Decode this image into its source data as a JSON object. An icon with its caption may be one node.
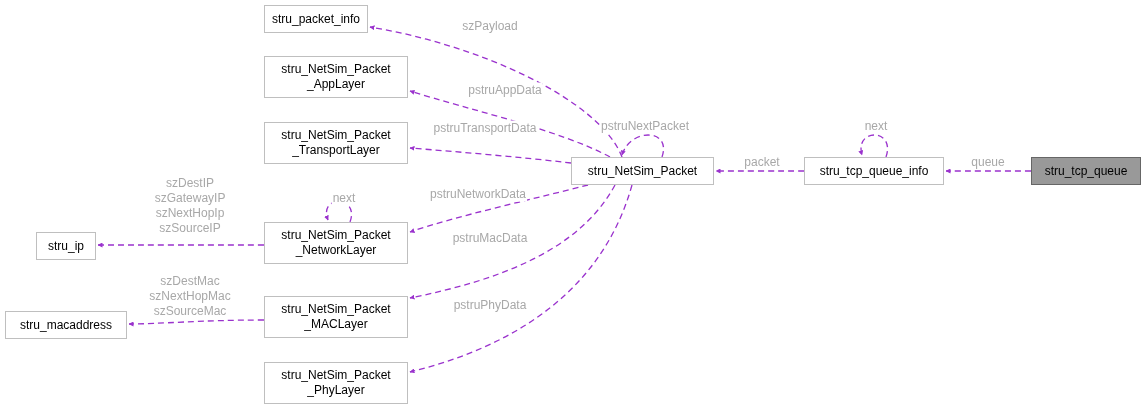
{
  "diagram": {
    "nodes": [
      {
        "text": [
          "stru_packet_info"
        ]
      },
      {
        "text": [
          "stru_NetSim_Packet _AppLayer"
        ]
      },
      {
        "text": [
          "stru_NetSim_Packet _TransportLayer"
        ]
      },
      {
        "text": [
          "stru_NetSim_Packet"
        ]
      },
      {
        "text": [
          "stru_tcp_queue_info"
        ]
      },
      {
        "text": [
          "stru_tcp_queue"
        ]
      },
      {
        "text": [
          "stru_ip"
        ]
      },
      {
        "text": [
          "stru_NetSim_Packet _NetworkLayer"
        ]
      },
      {
        "text": [
          "stru_macaddress"
        ]
      },
      {
        "text": [
          "stru_NetSim_Packet _MACLayer"
        ]
      },
      {
        "text": [
          "stru_NetSim_Packet _PhyLayer"
        ]
      }
    ],
    "edges": [
      {
        "from": 3,
        "to": 0,
        "arrow": "to",
        "label": "szPayload",
        "style": "dashed"
      },
      {
        "from": 3,
        "to": 1,
        "arrow": "to",
        "label": "pstruAppData",
        "style": "dashed"
      },
      {
        "from": 3,
        "to": 2,
        "arrow": "to",
        "label": "pstruTransportData",
        "style": "dashed"
      },
      {
        "from": 3,
        "to": 3,
        "arrow": "to",
        "label": "pstruNextPacket",
        "style": "dashed"
      },
      {
        "from": 3,
        "to": 7,
        "arrow": "to",
        "label": "pstruNetworkData",
        "style": "dashed"
      },
      {
        "from": 3,
        "to": 9,
        "arrow": "to",
        "label": "pstruMacData",
        "style": "dashed"
      },
      {
        "from": 3,
        "to": 10,
        "arrow": "to",
        "label": "pstruPhyData",
        "style": "dashed"
      },
      {
        "from": 4,
        "to": 3,
        "arrow": "to",
        "label": "packet",
        "style": "dashed"
      },
      {
        "from": 4,
        "to": 4,
        "arrow": "to",
        "label": "next",
        "style": "dashed"
      },
      {
        "from": 5,
        "to": 4,
        "arrow": "to",
        "label": "queue",
        "style": "dashed"
      },
      {
        "from": 7,
        "to": 7,
        "arrow": "to",
        "label": "next",
        "style": "dashed"
      },
      {
        "from": 7,
        "to": 6,
        "arrow": "to",
        "label": "szDestIP szGatewayIP szNextHopIp szSourceIP",
        "style": "dashed"
      },
      {
        "from": 9,
        "to": 8,
        "arrow": "to",
        "label": "szDestMac szNextHopMac szSourceMac",
        "style": "dashed"
      }
    ]
  }
}
